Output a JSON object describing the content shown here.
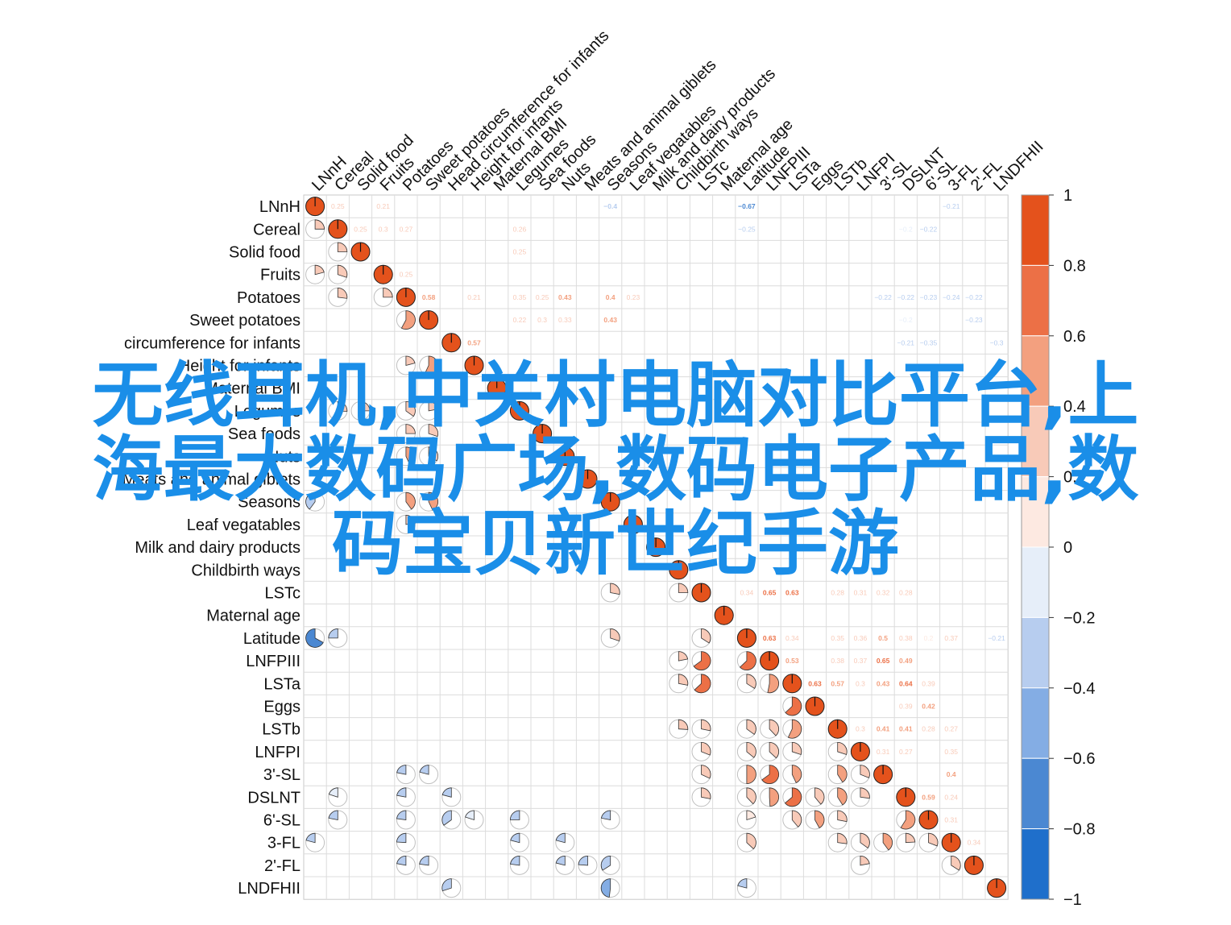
{
  "chart_data": {
    "type": "heatmap",
    "variables": [
      "LNnH",
      "Cereal",
      "Solid food",
      "Fruits",
      "Potatoes",
      "Sweet potatoes",
      "Head circumference for infants",
      "Height for infants",
      "Maternal BMI",
      "Legumes",
      "Sea foods",
      "Nuts",
      "Meats and animal giblets",
      "Seasons",
      "Leaf vegatables",
      "Milk and dairy products",
      "Childbirth ways",
      "LSTc",
      "Maternal age",
      "Latitude",
      "LNFPIII",
      "LSTa",
      "Eggs",
      "LSTb",
      "LNFPI",
      "3'-SL",
      "DSLNT",
      "6'-SL",
      "3-FL",
      "2'-FL",
      "LNDFHII"
    ],
    "row_labels": [
      "LNnH",
      "Cereal",
      "Solid food",
      "Fruits",
      "Potatoes",
      "Sweet potatoes",
      "circumference for infants",
      "Height for infants",
      "Maternal BMI",
      "Legumes",
      "Sea foods",
      "Nuts",
      "Meats and animal giblets",
      "Seasons",
      "Leaf vegatables",
      "Milk and dairy products",
      "Childbirth ways",
      "LSTc",
      "Maternal age",
      "Latitude",
      "LNFPIII",
      "LSTa",
      "Eggs",
      "LSTb",
      "LNFPI",
      "3'-SL",
      "DSLNT",
      "6'-SL",
      "3-FL",
      "2'-FL",
      "LNDFHII"
    ],
    "colorbar_ticks": [
      "1",
      "0.8",
      "0.6",
      "0.4",
      "0.2",
      "0",
      "−0.2",
      "−0.4",
      "−0.6",
      "−0.8",
      "−1"
    ],
    "colorscale": [
      "#e4521c",
      "#ec7046",
      "#f3a07f",
      "#f8cab8",
      "#fde9e1",
      "#e6eef9",
      "#b7cdef",
      "#84ade4",
      "#4b88d2",
      "#1f6fcb"
    ],
    "range": [
      -1,
      1
    ],
    "upper_values": [
      {
        "r": 0,
        "c": 1,
        "v": "0.25"
      },
      {
        "r": 0,
        "c": 3,
        "v": "0.21"
      },
      {
        "r": 0,
        "c": 13,
        "v": "−0.4"
      },
      {
        "r": 0,
        "c": 19,
        "v": "−0.67"
      },
      {
        "r": 0,
        "c": 28,
        "v": "−0.21"
      },
      {
        "r": 1,
        "c": 2,
        "v": "0.25"
      },
      {
        "r": 1,
        "c": 3,
        "v": "0.3"
      },
      {
        "r": 1,
        "c": 4,
        "v": "0.27"
      },
      {
        "r": 1,
        "c": 9,
        "v": "0.26"
      },
      {
        "r": 1,
        "c": 19,
        "v": "−0.25"
      },
      {
        "r": 1,
        "c": 26,
        "v": "−0.2"
      },
      {
        "r": 1,
        "c": 27,
        "v": "−0.22"
      },
      {
        "r": 2,
        "c": 9,
        "v": "0.25"
      },
      {
        "r": 3,
        "c": 4,
        "v": "0.25"
      },
      {
        "r": 4,
        "c": 5,
        "v": "0.58"
      },
      {
        "r": 4,
        "c": 7,
        "v": "0.21"
      },
      {
        "r": 4,
        "c": 9,
        "v": "0.35"
      },
      {
        "r": 4,
        "c": 10,
        "v": "0.25"
      },
      {
        "r": 4,
        "c": 11,
        "v": "0.43"
      },
      {
        "r": 4,
        "c": 13,
        "v": "0.4"
      },
      {
        "r": 4,
        "c": 14,
        "v": "0.23"
      },
      {
        "r": 4,
        "c": 25,
        "v": "−0.22"
      },
      {
        "r": 4,
        "c": 26,
        "v": "−0.22"
      },
      {
        "r": 4,
        "c": 27,
        "v": "−0.23"
      },
      {
        "r": 4,
        "c": 28,
        "v": "−0.24"
      },
      {
        "r": 4,
        "c": 29,
        "v": "−0.22"
      },
      {
        "r": 5,
        "c": 9,
        "v": "0.22"
      },
      {
        "r": 5,
        "c": 10,
        "v": "0.3"
      },
      {
        "r": 5,
        "c": 11,
        "v": "0.33"
      },
      {
        "r": 5,
        "c": 13,
        "v": "0.43"
      },
      {
        "r": 5,
        "c": 26,
        "v": "−0.2"
      },
      {
        "r": 5,
        "c": 29,
        "v": "−0.23"
      },
      {
        "r": 6,
        "c": 7,
        "v": "0.57"
      },
      {
        "r": 6,
        "c": 26,
        "v": "−0.21"
      },
      {
        "r": 6,
        "c": 27,
        "v": "−0.35"
      },
      {
        "r": 6,
        "c": 30,
        "v": "−0.3"
      },
      {
        "r": 17,
        "c": 19,
        "v": "0.34"
      },
      {
        "r": 17,
        "c": 20,
        "v": "0.65"
      },
      {
        "r": 17,
        "c": 21,
        "v": "0.63"
      },
      {
        "r": 17,
        "c": 23,
        "v": "0.28"
      },
      {
        "r": 17,
        "c": 24,
        "v": "0.31"
      },
      {
        "r": 17,
        "c": 25,
        "v": "0.32"
      },
      {
        "r": 17,
        "c": 26,
        "v": "0.28"
      },
      {
        "r": 19,
        "c": 20,
        "v": "0.63"
      },
      {
        "r": 19,
        "c": 21,
        "v": "0.34"
      },
      {
        "r": 19,
        "c": 23,
        "v": "0.35"
      },
      {
        "r": 19,
        "c": 24,
        "v": "0.36"
      },
      {
        "r": 19,
        "c": 25,
        "v": "0.5"
      },
      {
        "r": 19,
        "c": 26,
        "v": "0.38"
      },
      {
        "r": 19,
        "c": 27,
        "v": "0.2"
      },
      {
        "r": 19,
        "c": 28,
        "v": "0.37"
      },
      {
        "r": 19,
        "c": 30,
        "v": "−0.21"
      },
      {
        "r": 20,
        "c": 21,
        "v": "0.53"
      },
      {
        "r": 20,
        "c": 23,
        "v": "0.38"
      },
      {
        "r": 20,
        "c": 24,
        "v": "0.37"
      },
      {
        "r": 20,
        "c": 25,
        "v": "0.65"
      },
      {
        "r": 20,
        "c": 26,
        "v": "0.49"
      },
      {
        "r": 21,
        "c": 22,
        "v": "0.63"
      },
      {
        "r": 21,
        "c": 23,
        "v": "0.57"
      },
      {
        "r": 21,
        "c": 24,
        "v": "0.3"
      },
      {
        "r": 21,
        "c": 25,
        "v": "0.43"
      },
      {
        "r": 21,
        "c": 26,
        "v": "0.64"
      },
      {
        "r": 21,
        "c": 27,
        "v": "0.39"
      },
      {
        "r": 22,
        "c": 26,
        "v": "0.39"
      },
      {
        "r": 22,
        "c": 27,
        "v": "0.42"
      },
      {
        "r": 23,
        "c": 24,
        "v": "0.3"
      },
      {
        "r": 23,
        "c": 25,
        "v": "0.41"
      },
      {
        "r": 23,
        "c": 26,
        "v": "0.41"
      },
      {
        "r": 23,
        "c": 27,
        "v": "0.28"
      },
      {
        "r": 23,
        "c": 28,
        "v": "0.27"
      },
      {
        "r": 24,
        "c": 25,
        "v": "0.31"
      },
      {
        "r": 24,
        "c": 26,
        "v": "0.27"
      },
      {
        "r": 24,
        "c": 28,
        "v": "0.35"
      },
      {
        "r": 25,
        "c": 28,
        "v": "0.4"
      },
      {
        "r": 26,
        "c": 27,
        "v": "0.59"
      },
      {
        "r": 26,
        "c": 28,
        "v": "0.24"
      },
      {
        "r": 27,
        "c": 28,
        "v": "0.31"
      },
      {
        "r": 28,
        "c": 29,
        "v": "0.34"
      }
    ],
    "lower_values": [
      {
        "r": 1,
        "c": 0,
        "v": 0.25
      },
      {
        "r": 2,
        "c": 1,
        "v": 0.25
      },
      {
        "r": 3,
        "c": 0,
        "v": 0.21
      },
      {
        "r": 3,
        "c": 1,
        "v": 0.3
      },
      {
        "r": 4,
        "c": 1,
        "v": 0.27
      },
      {
        "r": 4,
        "c": 3,
        "v": 0.25
      },
      {
        "r": 5,
        "c": 4,
        "v": 0.58
      },
      {
        "r": 7,
        "c": 4,
        "v": 0.21
      },
      {
        "r": 7,
        "c": 5,
        "v": 0.57
      },
      {
        "r": 9,
        "c": 1,
        "v": 0.26
      },
      {
        "r": 9,
        "c": 2,
        "v": 0.25
      },
      {
        "r": 9,
        "c": 4,
        "v": 0.35
      },
      {
        "r": 9,
        "c": 5,
        "v": 0.22
      },
      {
        "r": 10,
        "c": 4,
        "v": 0.25
      },
      {
        "r": 10,
        "c": 5,
        "v": 0.3
      },
      {
        "r": 11,
        "c": 4,
        "v": 0.43
      },
      {
        "r": 11,
        "c": 5,
        "v": 0.33
      },
      {
        "r": 13,
        "c": 0,
        "v": -0.4
      },
      {
        "r": 13,
        "c": 4,
        "v": 0.4
      },
      {
        "r": 13,
        "c": 5,
        "v": 0.43
      },
      {
        "r": 14,
        "c": 4,
        "v": 0.23
      },
      {
        "r": 17,
        "c": 13,
        "v": 0.28
      },
      {
        "r": 17,
        "c": 16,
        "v": 0.25
      },
      {
        "r": 19,
        "c": 0,
        "v": -0.67
      },
      {
        "r": 19,
        "c": 1,
        "v": -0.25
      },
      {
        "r": 19,
        "c": 13,
        "v": 0.3
      },
      {
        "r": 19,
        "c": 17,
        "v": 0.34
      },
      {
        "r": 20,
        "c": 16,
        "v": 0.22
      },
      {
        "r": 20,
        "c": 17,
        "v": 0.65
      },
      {
        "r": 20,
        "c": 19,
        "v": 0.63
      },
      {
        "r": 21,
        "c": 16,
        "v": 0.28
      },
      {
        "r": 21,
        "c": 17,
        "v": 0.63
      },
      {
        "r": 21,
        "c": 19,
        "v": 0.34
      },
      {
        "r": 21,
        "c": 20,
        "v": 0.53
      },
      {
        "r": 22,
        "c": 21,
        "v": 0.63
      },
      {
        "r": 23,
        "c": 16,
        "v": 0.26
      },
      {
        "r": 23,
        "c": 17,
        "v": 0.28
      },
      {
        "r": 23,
        "c": 19,
        "v": 0.35
      },
      {
        "r": 23,
        "c": 20,
        "v": 0.38
      },
      {
        "r": 23,
        "c": 21,
        "v": 0.57
      },
      {
        "r": 24,
        "c": 17,
        "v": 0.31
      },
      {
        "r": 24,
        "c": 19,
        "v": 0.36
      },
      {
        "r": 24,
        "c": 20,
        "v": 0.37
      },
      {
        "r": 24,
        "c": 21,
        "v": 0.3
      },
      {
        "r": 24,
        "c": 23,
        "v": 0.3
      },
      {
        "r": 25,
        "c": 4,
        "v": -0.22
      },
      {
        "r": 25,
        "c": 5,
        "v": -0.21
      },
      {
        "r": 25,
        "c": 17,
        "v": 0.32
      },
      {
        "r": 25,
        "c": 19,
        "v": 0.5
      },
      {
        "r": 25,
        "c": 20,
        "v": 0.65
      },
      {
        "r": 25,
        "c": 21,
        "v": 0.43
      },
      {
        "r": 25,
        "c": 23,
        "v": 0.41
      },
      {
        "r": 25,
        "c": 24,
        "v": 0.31
      },
      {
        "r": 26,
        "c": 1,
        "v": -0.2
      },
      {
        "r": 26,
        "c": 4,
        "v": -0.22
      },
      {
        "r": 26,
        "c": 6,
        "v": -0.21
      },
      {
        "r": 26,
        "c": 17,
        "v": 0.28
      },
      {
        "r": 26,
        "c": 19,
        "v": 0.38
      },
      {
        "r": 26,
        "c": 20,
        "v": 0.49
      },
      {
        "r": 26,
        "c": 21,
        "v": 0.64
      },
      {
        "r": 26,
        "c": 22,
        "v": 0.39
      },
      {
        "r": 26,
        "c": 23,
        "v": 0.41
      },
      {
        "r": 26,
        "c": 24,
        "v": 0.27
      },
      {
        "r": 27,
        "c": 1,
        "v": -0.22
      },
      {
        "r": 27,
        "c": 4,
        "v": -0.23
      },
      {
        "r": 27,
        "c": 6,
        "v": -0.35
      },
      {
        "r": 27,
        "c": 7,
        "v": -0.2
      },
      {
        "r": 27,
        "c": 9,
        "v": -0.25
      },
      {
        "r": 27,
        "c": 13,
        "v": -0.22
      },
      {
        "r": 27,
        "c": 19,
        "v": 0.2
      },
      {
        "r": 27,
        "c": 21,
        "v": 0.39
      },
      {
        "r": 27,
        "c": 22,
        "v": 0.42
      },
      {
        "r": 27,
        "c": 23,
        "v": 0.28
      },
      {
        "r": 27,
        "c": 26,
        "v": 0.59
      },
      {
        "r": 28,
        "c": 0,
        "v": -0.21
      },
      {
        "r": 28,
        "c": 4,
        "v": -0.24
      },
      {
        "r": 28,
        "c": 9,
        "v": -0.21
      },
      {
        "r": 28,
        "c": 11,
        "v": -0.21
      },
      {
        "r": 28,
        "c": 19,
        "v": 0.37
      },
      {
        "r": 28,
        "c": 23,
        "v": 0.27
      },
      {
        "r": 28,
        "c": 24,
        "v": 0.35
      },
      {
        "r": 28,
        "c": 25,
        "v": 0.4
      },
      {
        "r": 28,
        "c": 26,
        "v": 0.24
      },
      {
        "r": 28,
        "c": 27,
        "v": 0.31
      },
      {
        "r": 29,
        "c": 4,
        "v": -0.22
      },
      {
        "r": 29,
        "c": 5,
        "v": -0.23
      },
      {
        "r": 29,
        "c": 9,
        "v": -0.23
      },
      {
        "r": 29,
        "c": 11,
        "v": -0.21
      },
      {
        "r": 29,
        "c": 12,
        "v": -0.24
      },
      {
        "r": 29,
        "c": 13,
        "v": -0.34
      },
      {
        "r": 29,
        "c": 24,
        "v": 0.22
      },
      {
        "r": 29,
        "c": 28,
        "v": 0.34
      },
      {
        "r": 30,
        "c": 6,
        "v": -0.3
      },
      {
        "r": 30,
        "c": 13,
        "v": -0.48
      },
      {
        "r": 30,
        "c": 19,
        "v": -0.21
      }
    ]
  },
  "overlay": {
    "lines": [
      "无线耳机,中关村电脑对比平台,上",
      "海最大数码广场,数码电子产品,数",
      "码宝贝新世纪手游"
    ]
  }
}
